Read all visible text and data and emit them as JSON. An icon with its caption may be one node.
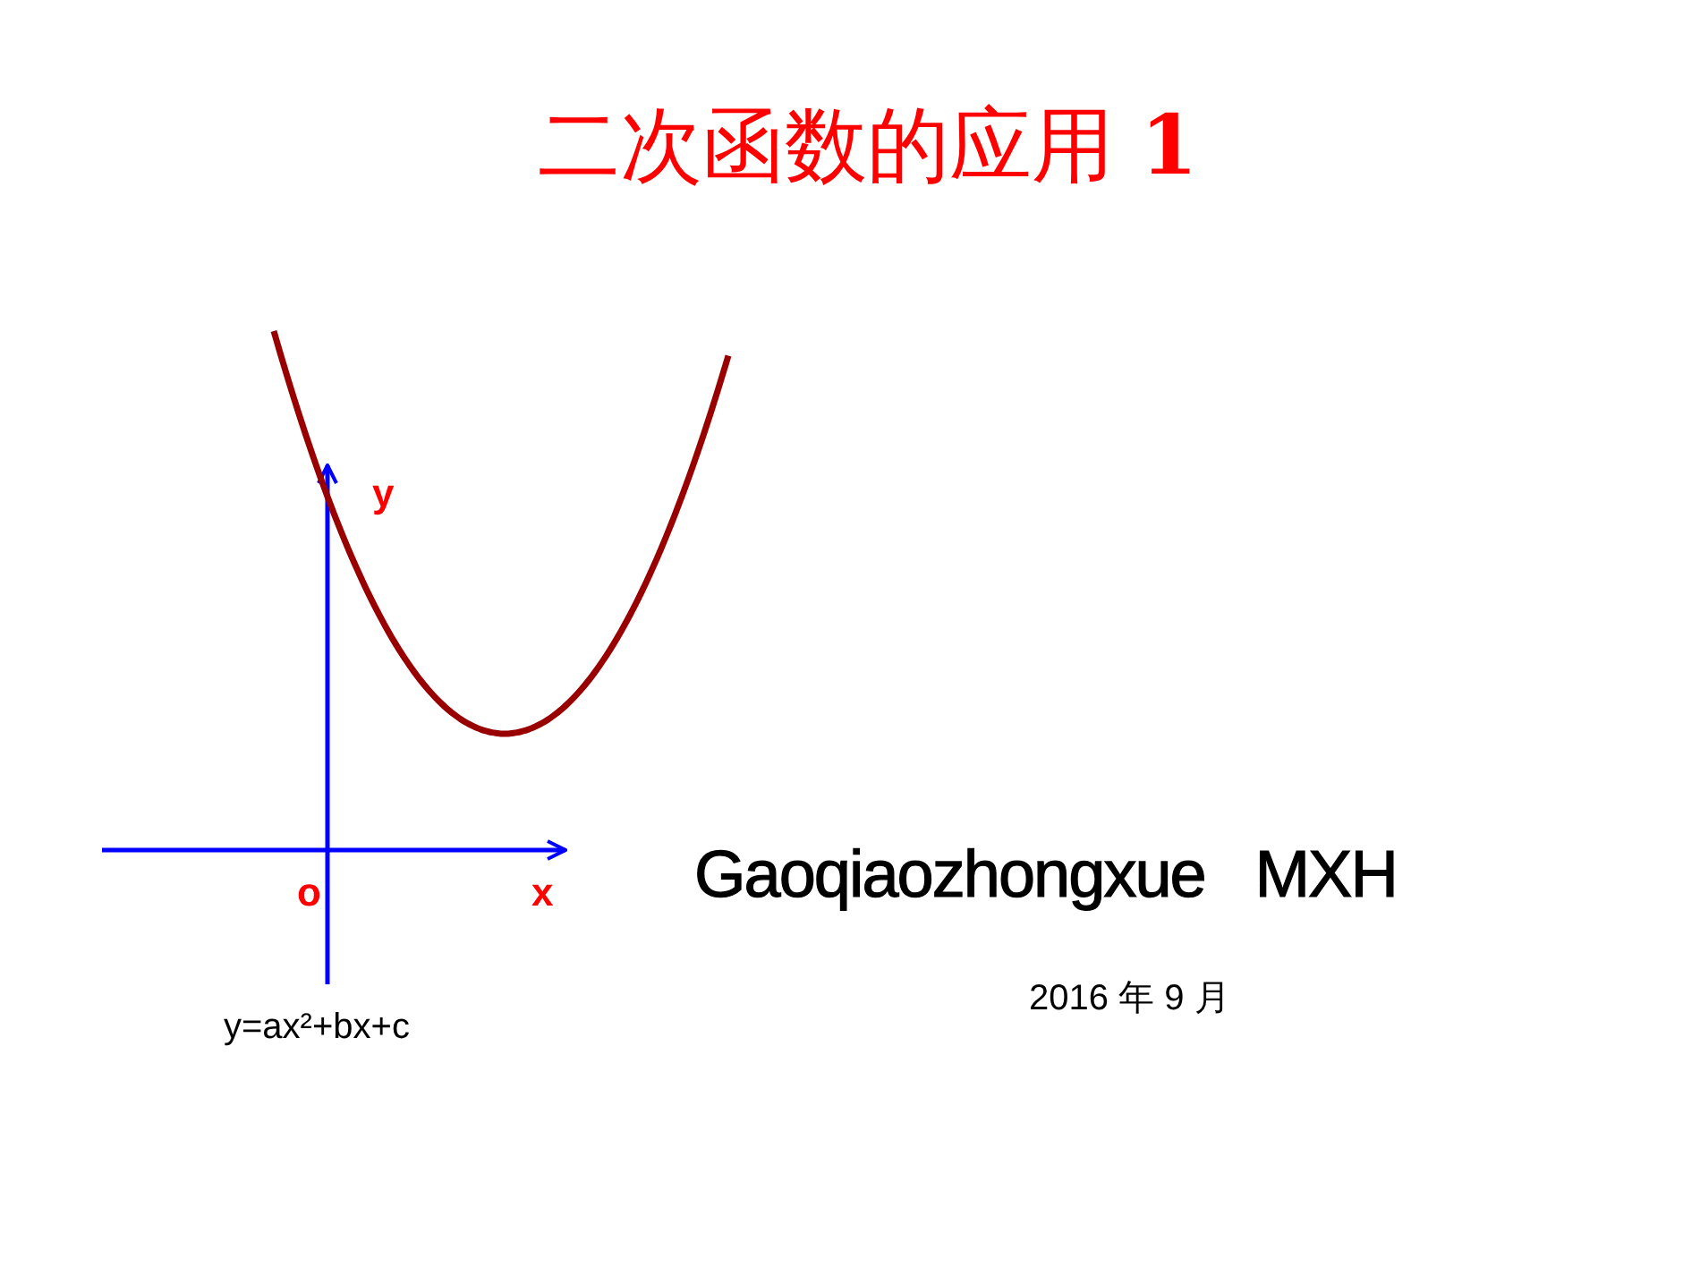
{
  "diagram": {
    "title": "二次函数的应用 **1**",
    "labels": [
      "y",
      "o",
      "x",
      "y=ax²+bx+c",
      "Gaoqiaozhongxue   MXH",
      "2016 年 9 月"
    ]
  }
}
